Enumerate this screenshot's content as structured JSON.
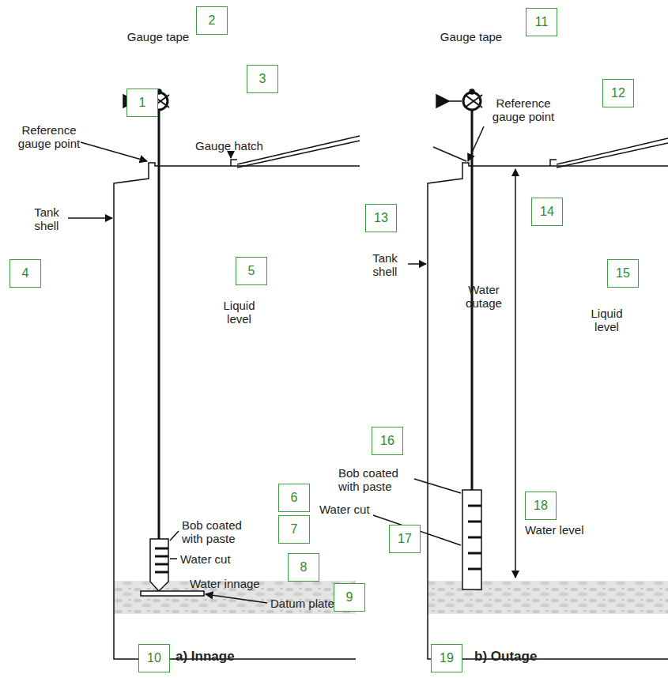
{
  "diagram": {
    "nodes": [
      {
        "text": [
          "1"
        ]
      },
      {
        "text": [
          "2"
        ]
      },
      {
        "text": [
          "3"
        ]
      },
      {
        "text": [
          "4"
        ]
      },
      {
        "text": [
          "5"
        ]
      },
      {
        "text": [
          "6"
        ]
      },
      {
        "text": [
          "7"
        ]
      },
      {
        "text": [
          "8"
        ]
      },
      {
        "text": [
          "9"
        ]
      },
      {
        "text": [
          "10"
        ]
      },
      {
        "text": [
          "11"
        ]
      },
      {
        "text": [
          "12"
        ]
      },
      {
        "text": [
          "13"
        ]
      },
      {
        "text": [
          "14"
        ]
      },
      {
        "text": [
          "15"
        ]
      },
      {
        "text": [
          "16"
        ]
      },
      {
        "text": [
          "17"
        ]
      },
      {
        "text": [
          "18"
        ]
      },
      {
        "text": [
          "19"
        ]
      }
    ],
    "labels": [
      "Gauge tape",
      "Reference gauge point",
      "Gauge hatch",
      "Tank shell",
      "Liquid level",
      "Bob coated with paste",
      "Water cut",
      "Water innage",
      "Datum plate",
      "a) Innage",
      "Gauge tape",
      "Reference gauge point",
      "Tank shell",
      "Water outage",
      "Liquid level",
      "Bob coated with paste",
      "Water cut",
      "Water level",
      "b) Outage"
    ]
  }
}
